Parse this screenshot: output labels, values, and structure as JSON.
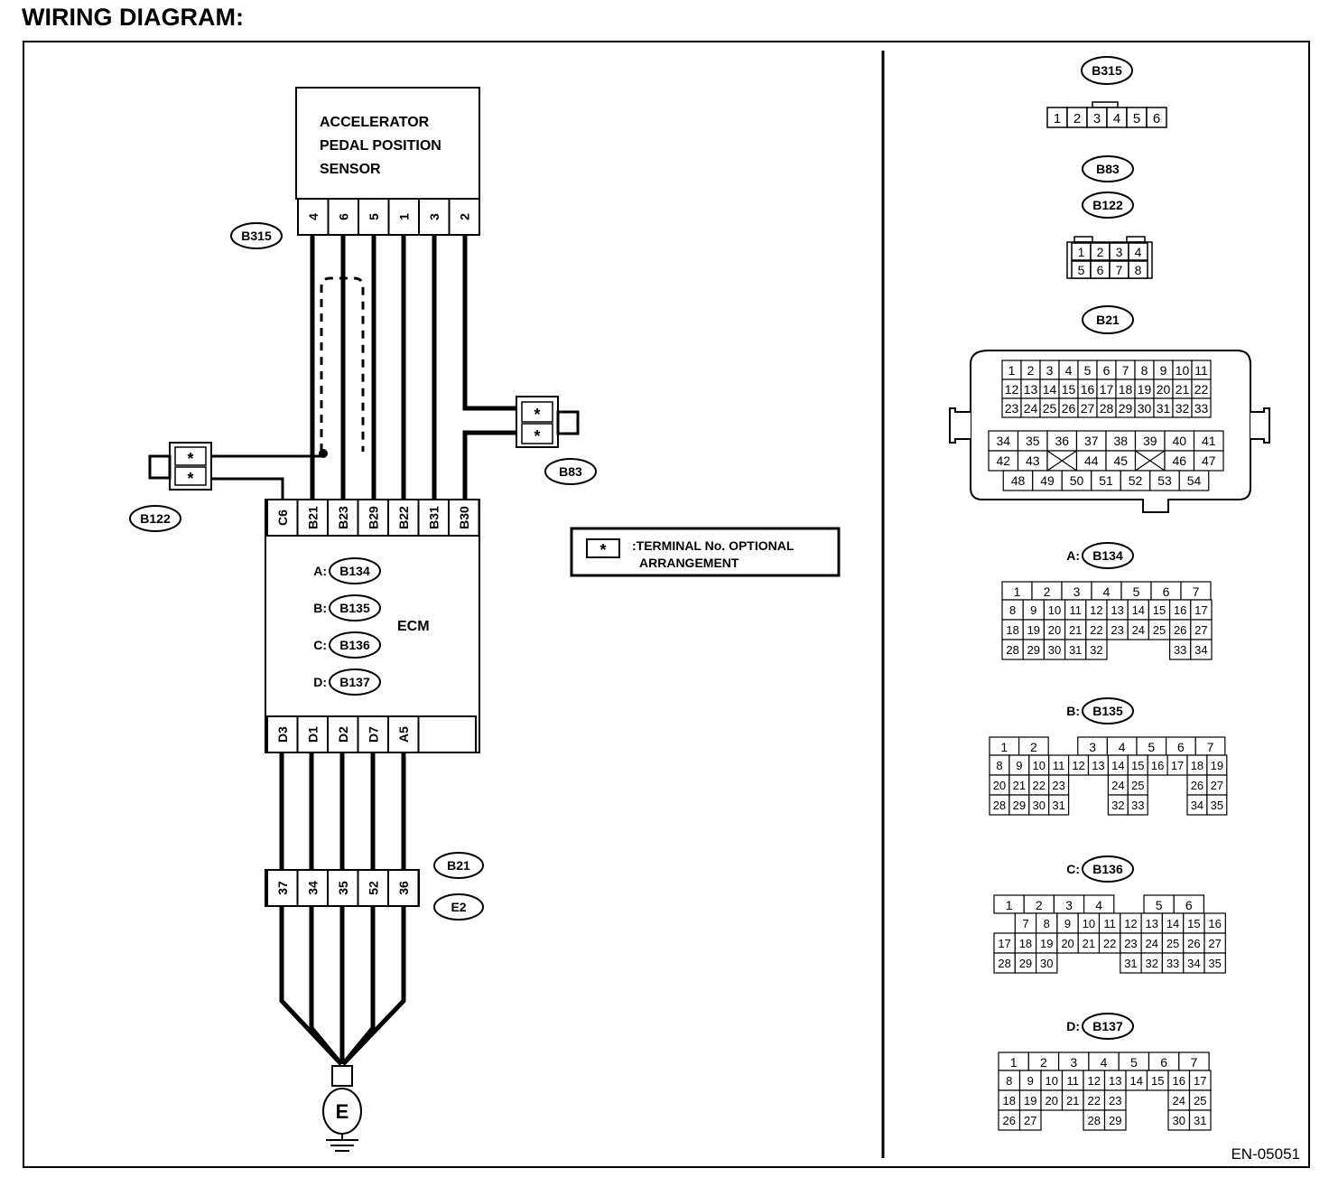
{
  "title": "WIRING DIAGRAM:",
  "figure_id": "EN-05051",
  "sensor": {
    "label_lines": [
      "ACCELERATOR",
      "PEDAL POSITION",
      "SENSOR"
    ],
    "connector": "B315",
    "pins": [
      "4",
      "6",
      "5",
      "1",
      "3",
      "2"
    ]
  },
  "ecm": {
    "label": "ECM",
    "connector_refs": [
      {
        "prefix": "A:",
        "name": "B134"
      },
      {
        "prefix": "B:",
        "name": "B135"
      },
      {
        "prefix": "C:",
        "name": "B136"
      },
      {
        "prefix": "D:",
        "name": "B137"
      }
    ],
    "top_pins": [
      "C6",
      "B21",
      "B23",
      "B29",
      "B22",
      "B31",
      "B30"
    ],
    "bottom_pins": [
      "D3",
      "D1",
      "D2",
      "D7",
      "A5"
    ]
  },
  "b83": {
    "name": "B83",
    "pins": [
      "*",
      "*"
    ]
  },
  "b122": {
    "name": "B122",
    "pins": [
      "*",
      "*"
    ]
  },
  "joint": {
    "names": [
      "B21",
      "E2"
    ],
    "pins": [
      "37",
      "34",
      "35",
      "52",
      "36"
    ]
  },
  "ground": {
    "label": "E"
  },
  "legend": {
    "symbol": "*",
    "lines": [
      ":TERMINAL No. OPTIONAL",
      "ARRANGEMENT"
    ]
  },
  "connector_views": {
    "b315": {
      "name": "B315",
      "pins": [
        "1",
        "2",
        "3",
        "4",
        "5",
        "6"
      ]
    },
    "b83_b122": {
      "names": [
        "B83",
        "B122"
      ],
      "rows": [
        [
          "1",
          "2",
          "3",
          "4"
        ],
        [
          "5",
          "6",
          "7",
          "8"
        ]
      ]
    },
    "b21": {
      "name": "B21",
      "upper_rows": [
        [
          "1",
          "2",
          "3",
          "4",
          "5",
          "6",
          "7",
          "8",
          "9",
          "10",
          "11"
        ],
        [
          "12",
          "13",
          "14",
          "15",
          "16",
          "17",
          "18",
          "19",
          "20",
          "21",
          "22"
        ],
        [
          "23",
          "24",
          "25",
          "26",
          "27",
          "28",
          "29",
          "30",
          "31",
          "32",
          "33"
        ]
      ],
      "lower_rows": [
        [
          "34",
          "35",
          "36",
          "37",
          "38",
          "39",
          "40",
          "41"
        ],
        [
          "42",
          "43",
          "",
          "44",
          "45",
          "",
          "46",
          "47"
        ],
        [
          "48",
          "49",
          "50",
          "51",
          "52",
          "53",
          "54"
        ]
      ]
    },
    "b134": {
      "prefix": "A:",
      "name": "B134",
      "top_row": [
        "1",
        "2",
        "3",
        "4",
        "5",
        "6",
        "7"
      ],
      "rows": [
        [
          "8",
          "9",
          "10",
          "11",
          "12",
          "13",
          "14",
          "15",
          "16",
          "17"
        ],
        [
          "18",
          "19",
          "20",
          "21",
          "22",
          "23",
          "24",
          "25",
          "26",
          "27"
        ],
        [
          "28",
          "29",
          "30",
          "31",
          "32",
          "",
          "",
          "",
          "33",
          "34"
        ]
      ]
    },
    "b135": {
      "prefix": "B:",
      "name": "B135",
      "top_row": [
        "1",
        "2",
        "",
        "3",
        "4",
        "5",
        "6",
        "7"
      ],
      "rows": [
        [
          "8",
          "9",
          "10",
          "11",
          "12",
          "13",
          "14",
          "15",
          "16",
          "17",
          "18",
          "19"
        ],
        [
          "20",
          "21",
          "22",
          "23",
          "",
          "",
          "24",
          "25",
          "",
          "",
          "26",
          "27"
        ],
        [
          "28",
          "29",
          "30",
          "31",
          "",
          "",
          "32",
          "33",
          "",
          "",
          "34",
          "35"
        ]
      ]
    },
    "b136": {
      "prefix": "C:",
      "name": "B136",
      "top_row": [
        "1",
        "2",
        "3",
        "4",
        "",
        "5",
        "6"
      ],
      "rows": [
        [
          "",
          "7",
          "8",
          "9",
          "10",
          "11",
          "12",
          "13",
          "14",
          "15",
          "16"
        ],
        [
          "17",
          "18",
          "19",
          "20",
          "21",
          "22",
          "23",
          "24",
          "25",
          "26",
          "27"
        ],
        [
          "28",
          "29",
          "30",
          "",
          "",
          "",
          "31",
          "32",
          "33",
          "34",
          "35"
        ]
      ]
    },
    "b137": {
      "prefix": "D:",
      "name": "B137",
      "top_row": [
        "1",
        "2",
        "3",
        "4",
        "5",
        "6",
        "7"
      ],
      "rows": [
        [
          "8",
          "9",
          "10",
          "11",
          "12",
          "13",
          "14",
          "15",
          "16",
          "17"
        ],
        [
          "18",
          "19",
          "20",
          "21",
          "22",
          "23",
          "",
          "",
          "24",
          "25"
        ],
        [
          "26",
          "27",
          "",
          "",
          "28",
          "29",
          "",
          "",
          "30",
          "31"
        ]
      ]
    }
  }
}
